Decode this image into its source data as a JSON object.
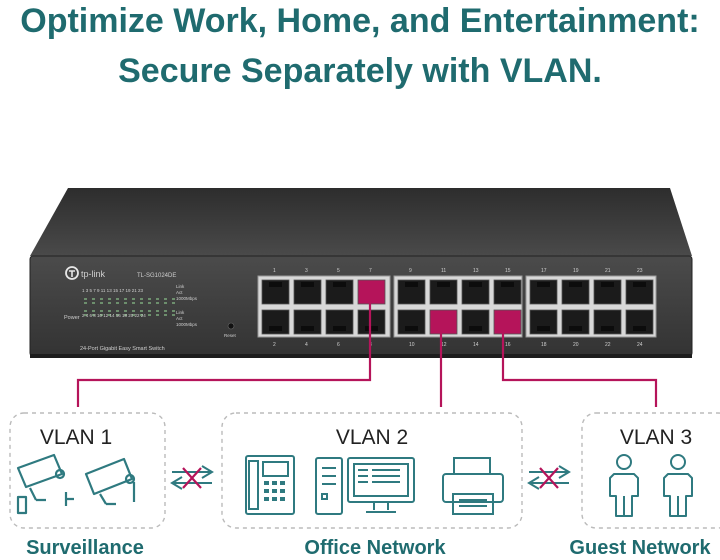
{
  "headline": {
    "line1": "Optimize Work, Home, and Entertainment:",
    "line2": "Secure Separately with VLAN."
  },
  "device": {
    "brand": "tp-link",
    "model": "TL-SG1024DE",
    "description": "24-Port Gigabit Easy Smart Switch",
    "power_label": "Power",
    "reset_label": "Reset",
    "led_legend": [
      "Link",
      "Act",
      "1000Mbps",
      "Link",
      "Act",
      "1000Mbps"
    ],
    "led_top_numbers": "1 3 5 7 9 11 13 15 17 19 21 23",
    "led_bottom_numbers": "2 4 6 8 10 12 14 16 18 20 22 24",
    "port_numbers_top": [
      "1",
      "3",
      "5",
      "7",
      "9",
      "11",
      "13",
      "15",
      "17",
      "19",
      "21",
      "23"
    ],
    "port_numbers_bottom": [
      "2",
      "4",
      "6",
      "8",
      "10",
      "12",
      "14",
      "16",
      "18",
      "20",
      "22",
      "24"
    ]
  },
  "vlans": [
    {
      "label": "VLAN 1",
      "network": "Surveillance"
    },
    {
      "label": "VLAN 2",
      "network": "Office Network"
    },
    {
      "label": "VLAN 3",
      "network": "Guest Network"
    }
  ],
  "colors": {
    "headline": "#1f6b6f",
    "vlan_link": "#b5145a",
    "chassis": "#3a3a3a",
    "box_border": "#bbbbbb"
  },
  "icons": [
    "security-camera-icon",
    "blocked-arrows-icon",
    "phone-icon",
    "desktop-computer-icon",
    "printer-icon",
    "person-icon"
  ]
}
